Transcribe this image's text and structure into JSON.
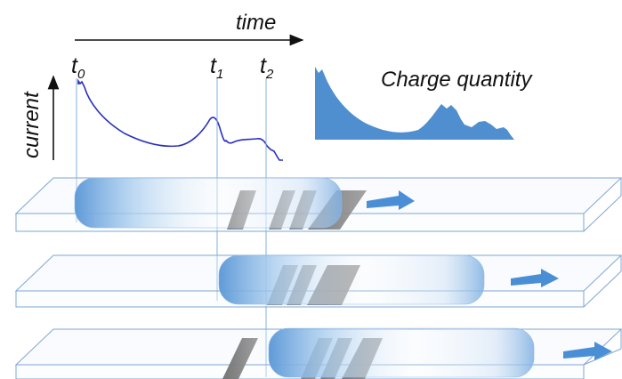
{
  "axes": {
    "time_label": "time",
    "current_label": "current"
  },
  "markers": [
    {
      "letter": "t",
      "sub": "0"
    },
    {
      "letter": "t",
      "sub": "1"
    },
    {
      "letter": "t",
      "sub": "2"
    }
  ],
  "charge_label": "Charge quantity",
  "colors": {
    "current_trace": "#2b2fbf",
    "charge_fill": "#4f8fd0",
    "channel_edge": "#7fa6d4",
    "plug": "#5f9ad8",
    "arrow": "#4a8fd6",
    "band": "#8a8a8a",
    "guide_line": "#7fb2e0"
  },
  "icons": [
    "flow-arrow-icon"
  ]
}
